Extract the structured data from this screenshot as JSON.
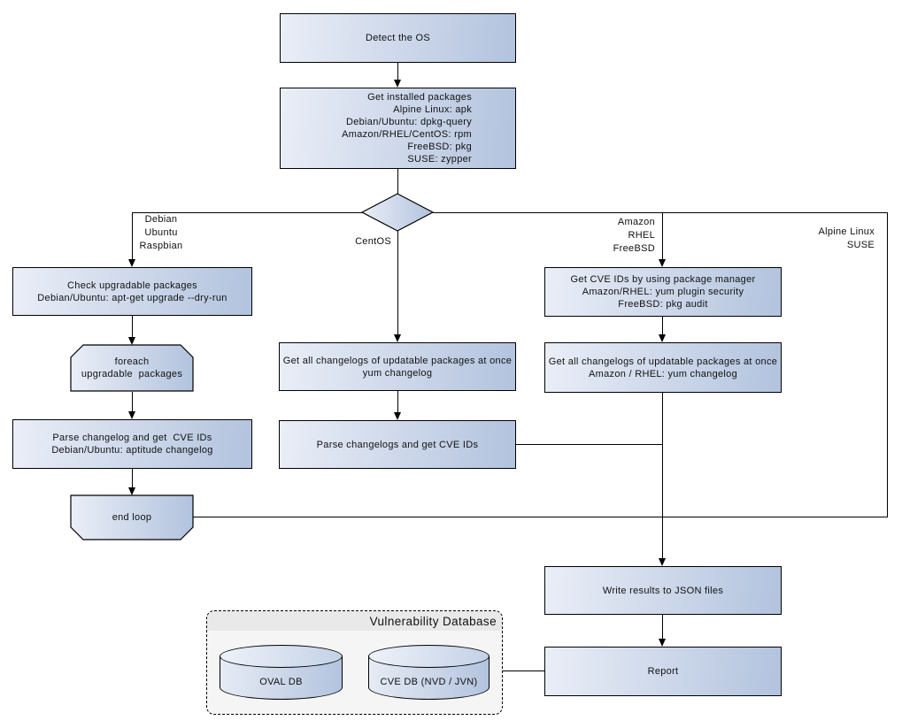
{
  "nodes": {
    "detect_os": "Detect the OS",
    "get_installed_packages": "Get installed packages\nAlpine Linux: apk\nDebian/Ubuntu: dpkg-query\nAmazon/RHEL/CentOS: rpm\nFreeBSD: pkg\nSUSE: zypper",
    "check_upgradable": "Check upgradable packages\nDebian/Ubuntu: apt-get upgrade --dry-run",
    "foreach_loop": "foreach\nupgradable  packages",
    "parse_changelog_deb": "Parse changelog and get  CVE IDs\nDebian/Ubuntu: aptitude changelog",
    "end_loop": "end loop",
    "changelogs_centos": "Get all changelogs of updatable packages at once\nyum changelog",
    "parse_changelogs_centos": "Parse changelogs and get CVE IDs",
    "get_cve_ids_pkg_mgr": "Get CVE IDs by using package manager\nAmazon/RHEL: yum plugin security\nFreeBSD: pkg audit",
    "changelogs_amazon": "Get all changelogs of updatable packages at once\nAmazon / RHEL: yum changelog",
    "write_results": "Write results to JSON files",
    "report": "Report"
  },
  "branch_labels": {
    "left": "Debian\nUbuntu\nRaspbian",
    "center": "CentOS",
    "right": "Amazon\nRHEL\nFreeBSD",
    "far_right": "Alpine Linux\nSUSE"
  },
  "database": {
    "title": "Vulnerability Database",
    "oval_db": "OVAL DB",
    "cve_db": "CVE DB (NVD / JVN)"
  },
  "colors": {
    "node_gradient_start": "#eaeef7",
    "node_gradient_end": "#b2c3de",
    "node_border": "#000000",
    "line": "#000000",
    "db_panel_body": "#f5f5f5",
    "db_panel_header": "#e9e9e9",
    "background": "#ffffff"
  }
}
